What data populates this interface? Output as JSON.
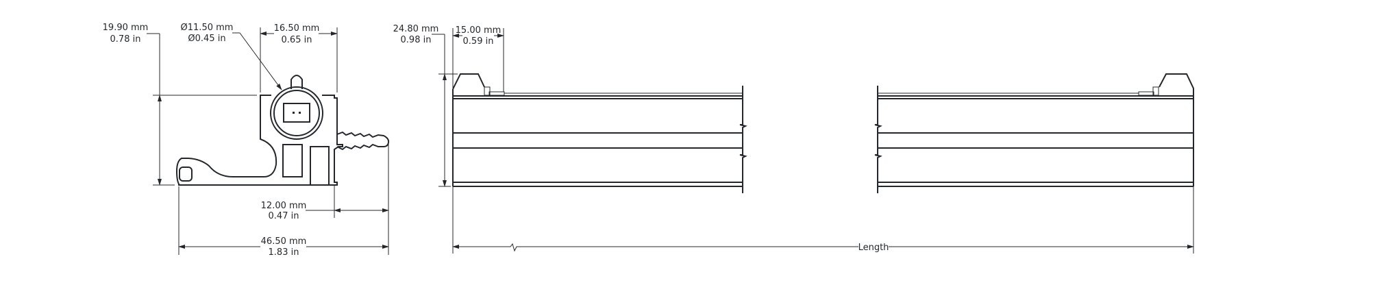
{
  "end_view": {
    "height_dim": {
      "mm": "19.90 mm",
      "in": "0.78 in"
    },
    "diameter_dim": {
      "mm": "Ø11.50 mm",
      "in": "Ø0.45 in"
    },
    "top_width_dim": {
      "mm": "16.50 mm",
      "in": "0.65 in"
    },
    "barb_dim": {
      "mm": "12.00 mm",
      "in": "0.47 in"
    },
    "total_width_dim": {
      "mm": "46.50 mm",
      "in": "1.83 in"
    }
  },
  "side_view": {
    "height_dim": {
      "mm": "24.80 mm",
      "in": "0.98 in"
    },
    "cap_dim": {
      "mm": "15.00 mm",
      "in": "0.59 in"
    },
    "length_label": "Length"
  },
  "colors": {
    "line": "#23272b",
    "background": "#ffffff"
  }
}
